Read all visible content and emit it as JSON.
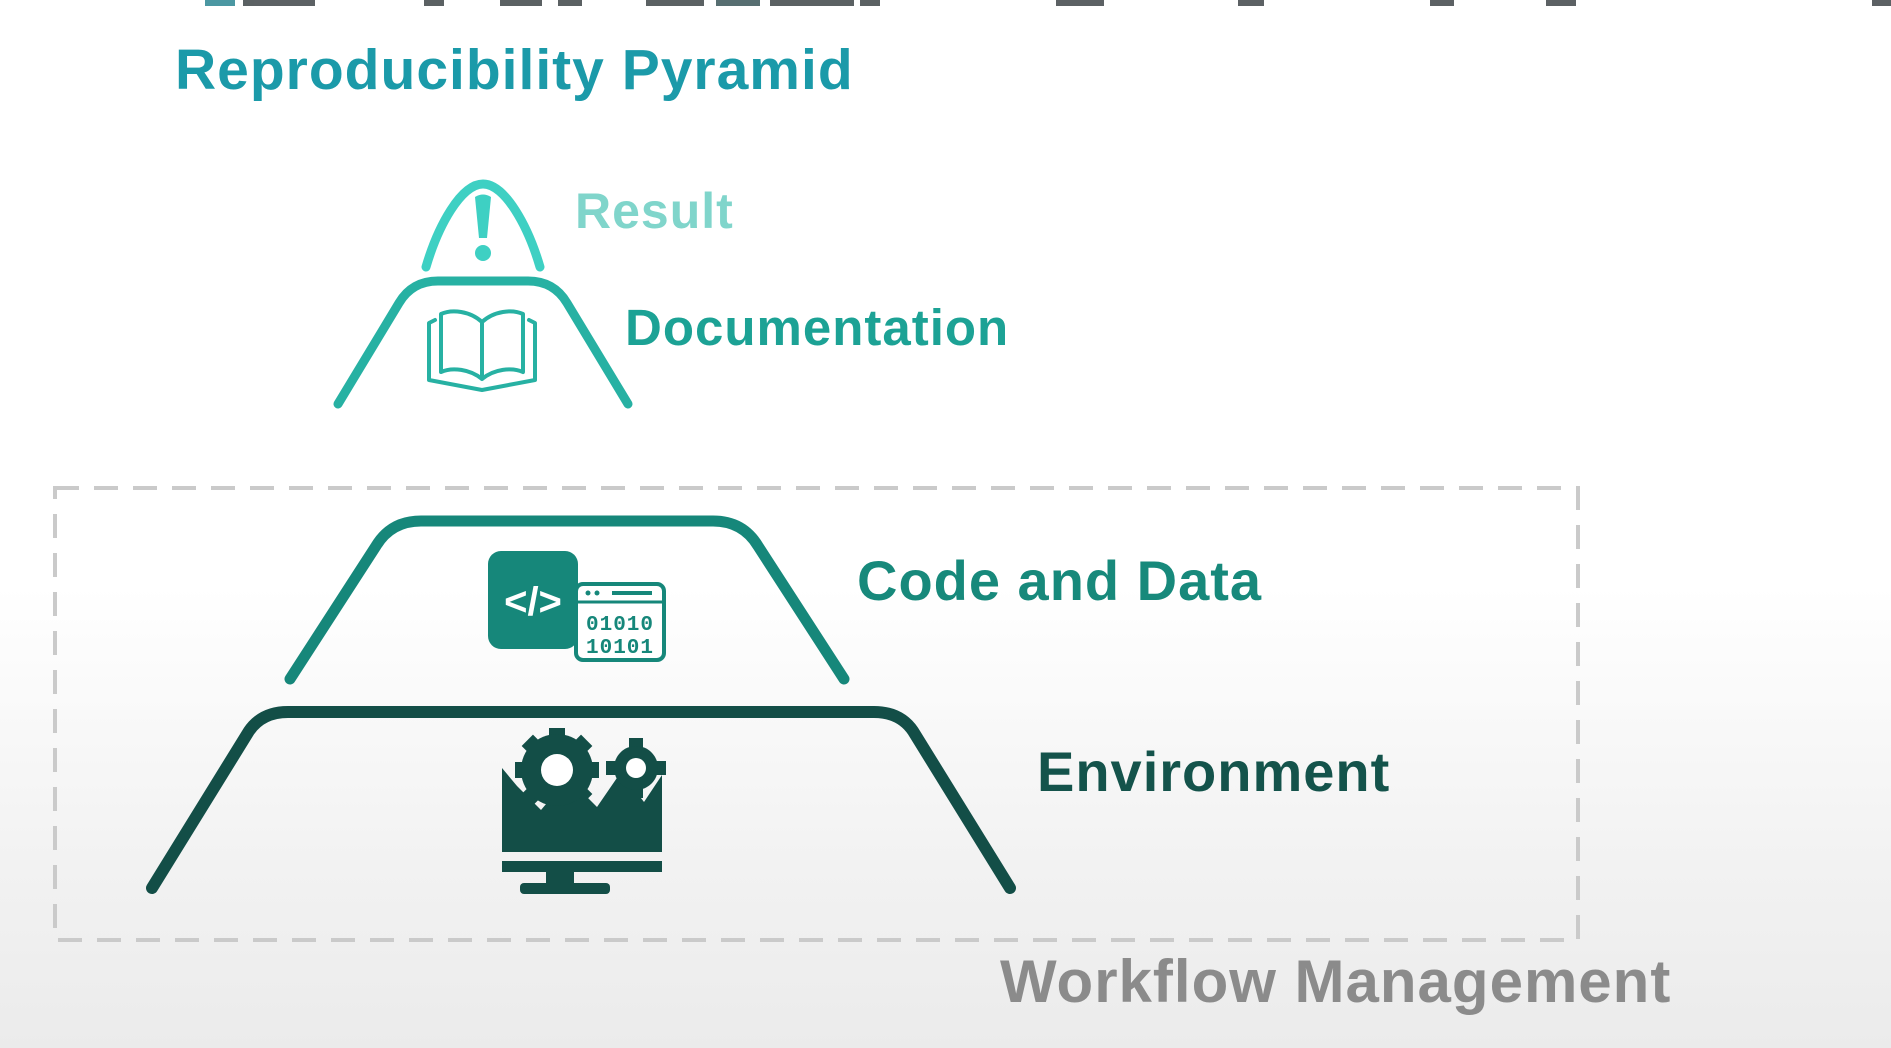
{
  "slide": {
    "title": "Reproducibility Pyramid",
    "title_color": "#1B9AA9",
    "background_top": "#FFFFFF",
    "background_bottom": "#EBEBEB"
  },
  "pyramid": {
    "levels": [
      {
        "rank": 1,
        "label": "Result",
        "label_color": "#80D5CB",
        "shape_color": "#3ED0C3",
        "shape": "rounded-peak",
        "icon": "exclamation-icon"
      },
      {
        "rank": 2,
        "label": "Documentation",
        "label_color": "#1CA295",
        "shape_color": "#27B1A3",
        "shape": "open-trapezoid",
        "icon": "open-book-icon"
      },
      {
        "rank": 3,
        "label": "Code and Data",
        "label_color": "#17897B",
        "shape_color": "#16877A",
        "shape": "open-trapezoid",
        "icon": "code-window-icon"
      },
      {
        "rank": 4,
        "label": "Environment",
        "label_color": "#14534B",
        "shape_color": "#134E47",
        "shape": "open-trapezoid",
        "icon": "monitor-gears-icon"
      }
    ]
  },
  "workflow_box": {
    "label": "Workflow Management",
    "label_color": "#8B8B8B",
    "border_color": "#CACACA",
    "border_style": "dashed",
    "encloses": [
      "Code and Data",
      "Environment"
    ]
  },
  "icon_details": {
    "code_glyph": "</>",
    "binary_rows": [
      "01010",
      "10101"
    ]
  }
}
